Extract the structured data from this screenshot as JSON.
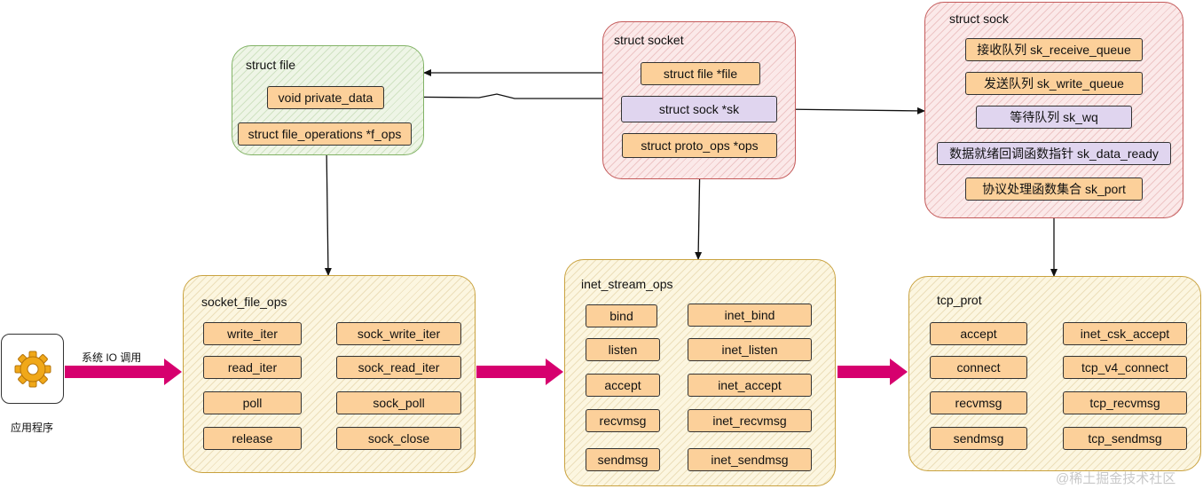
{
  "app": {
    "label": "应用程序",
    "call_label": "系统 IO 调用"
  },
  "struct_file": {
    "title": "struct file",
    "fields": [
      "void private_data",
      "struct file_operations *f_ops"
    ]
  },
  "struct_socket": {
    "title": "struct socket",
    "fields": [
      "struct file *file",
      "struct sock *sk",
      "struct proto_ops *ops"
    ]
  },
  "struct_sock": {
    "title": "struct sock",
    "fields": [
      "接收队列 sk_receive_queue",
      "发送队列 sk_write_queue",
      "等待队列 sk_wq",
      "数据就绪回调函数指针 sk_data_ready",
      "协议处理函数集合 sk_port"
    ]
  },
  "socket_file_ops": {
    "title": "socket_file_ops",
    "rows": [
      {
        "op": "write_iter",
        "impl": "sock_write_iter"
      },
      {
        "op": "read_iter",
        "impl": "sock_read_iter"
      },
      {
        "op": "poll",
        "impl": "sock_poll"
      },
      {
        "op": "release",
        "impl": "sock_close"
      }
    ]
  },
  "inet_stream_ops": {
    "title": "inet_stream_ops",
    "rows": [
      {
        "op": "bind",
        "impl": "inet_bind"
      },
      {
        "op": "listen",
        "impl": "inet_listen"
      },
      {
        "op": "accept",
        "impl": "inet_accept"
      },
      {
        "op": "recvmsg",
        "impl": "inet_recvmsg"
      },
      {
        "op": "sendmsg",
        "impl": "inet_sendmsg"
      }
    ]
  },
  "tcp_prot": {
    "title": "tcp_prot",
    "rows": [
      {
        "op": "accept",
        "impl": "inet_csk_accept"
      },
      {
        "op": "connect",
        "impl": "tcp_v4_connect"
      },
      {
        "op": "recvmsg",
        "impl": "tcp_recvmsg"
      },
      {
        "op": "sendmsg",
        "impl": "tcp_sendmsg"
      }
    ]
  },
  "watermark": "@稀土掘金技术社区",
  "colors": {
    "flow_arrow": "#d6006e",
    "orange_fill": "#fcd09a",
    "purple_fill": "#e0d5ef"
  }
}
